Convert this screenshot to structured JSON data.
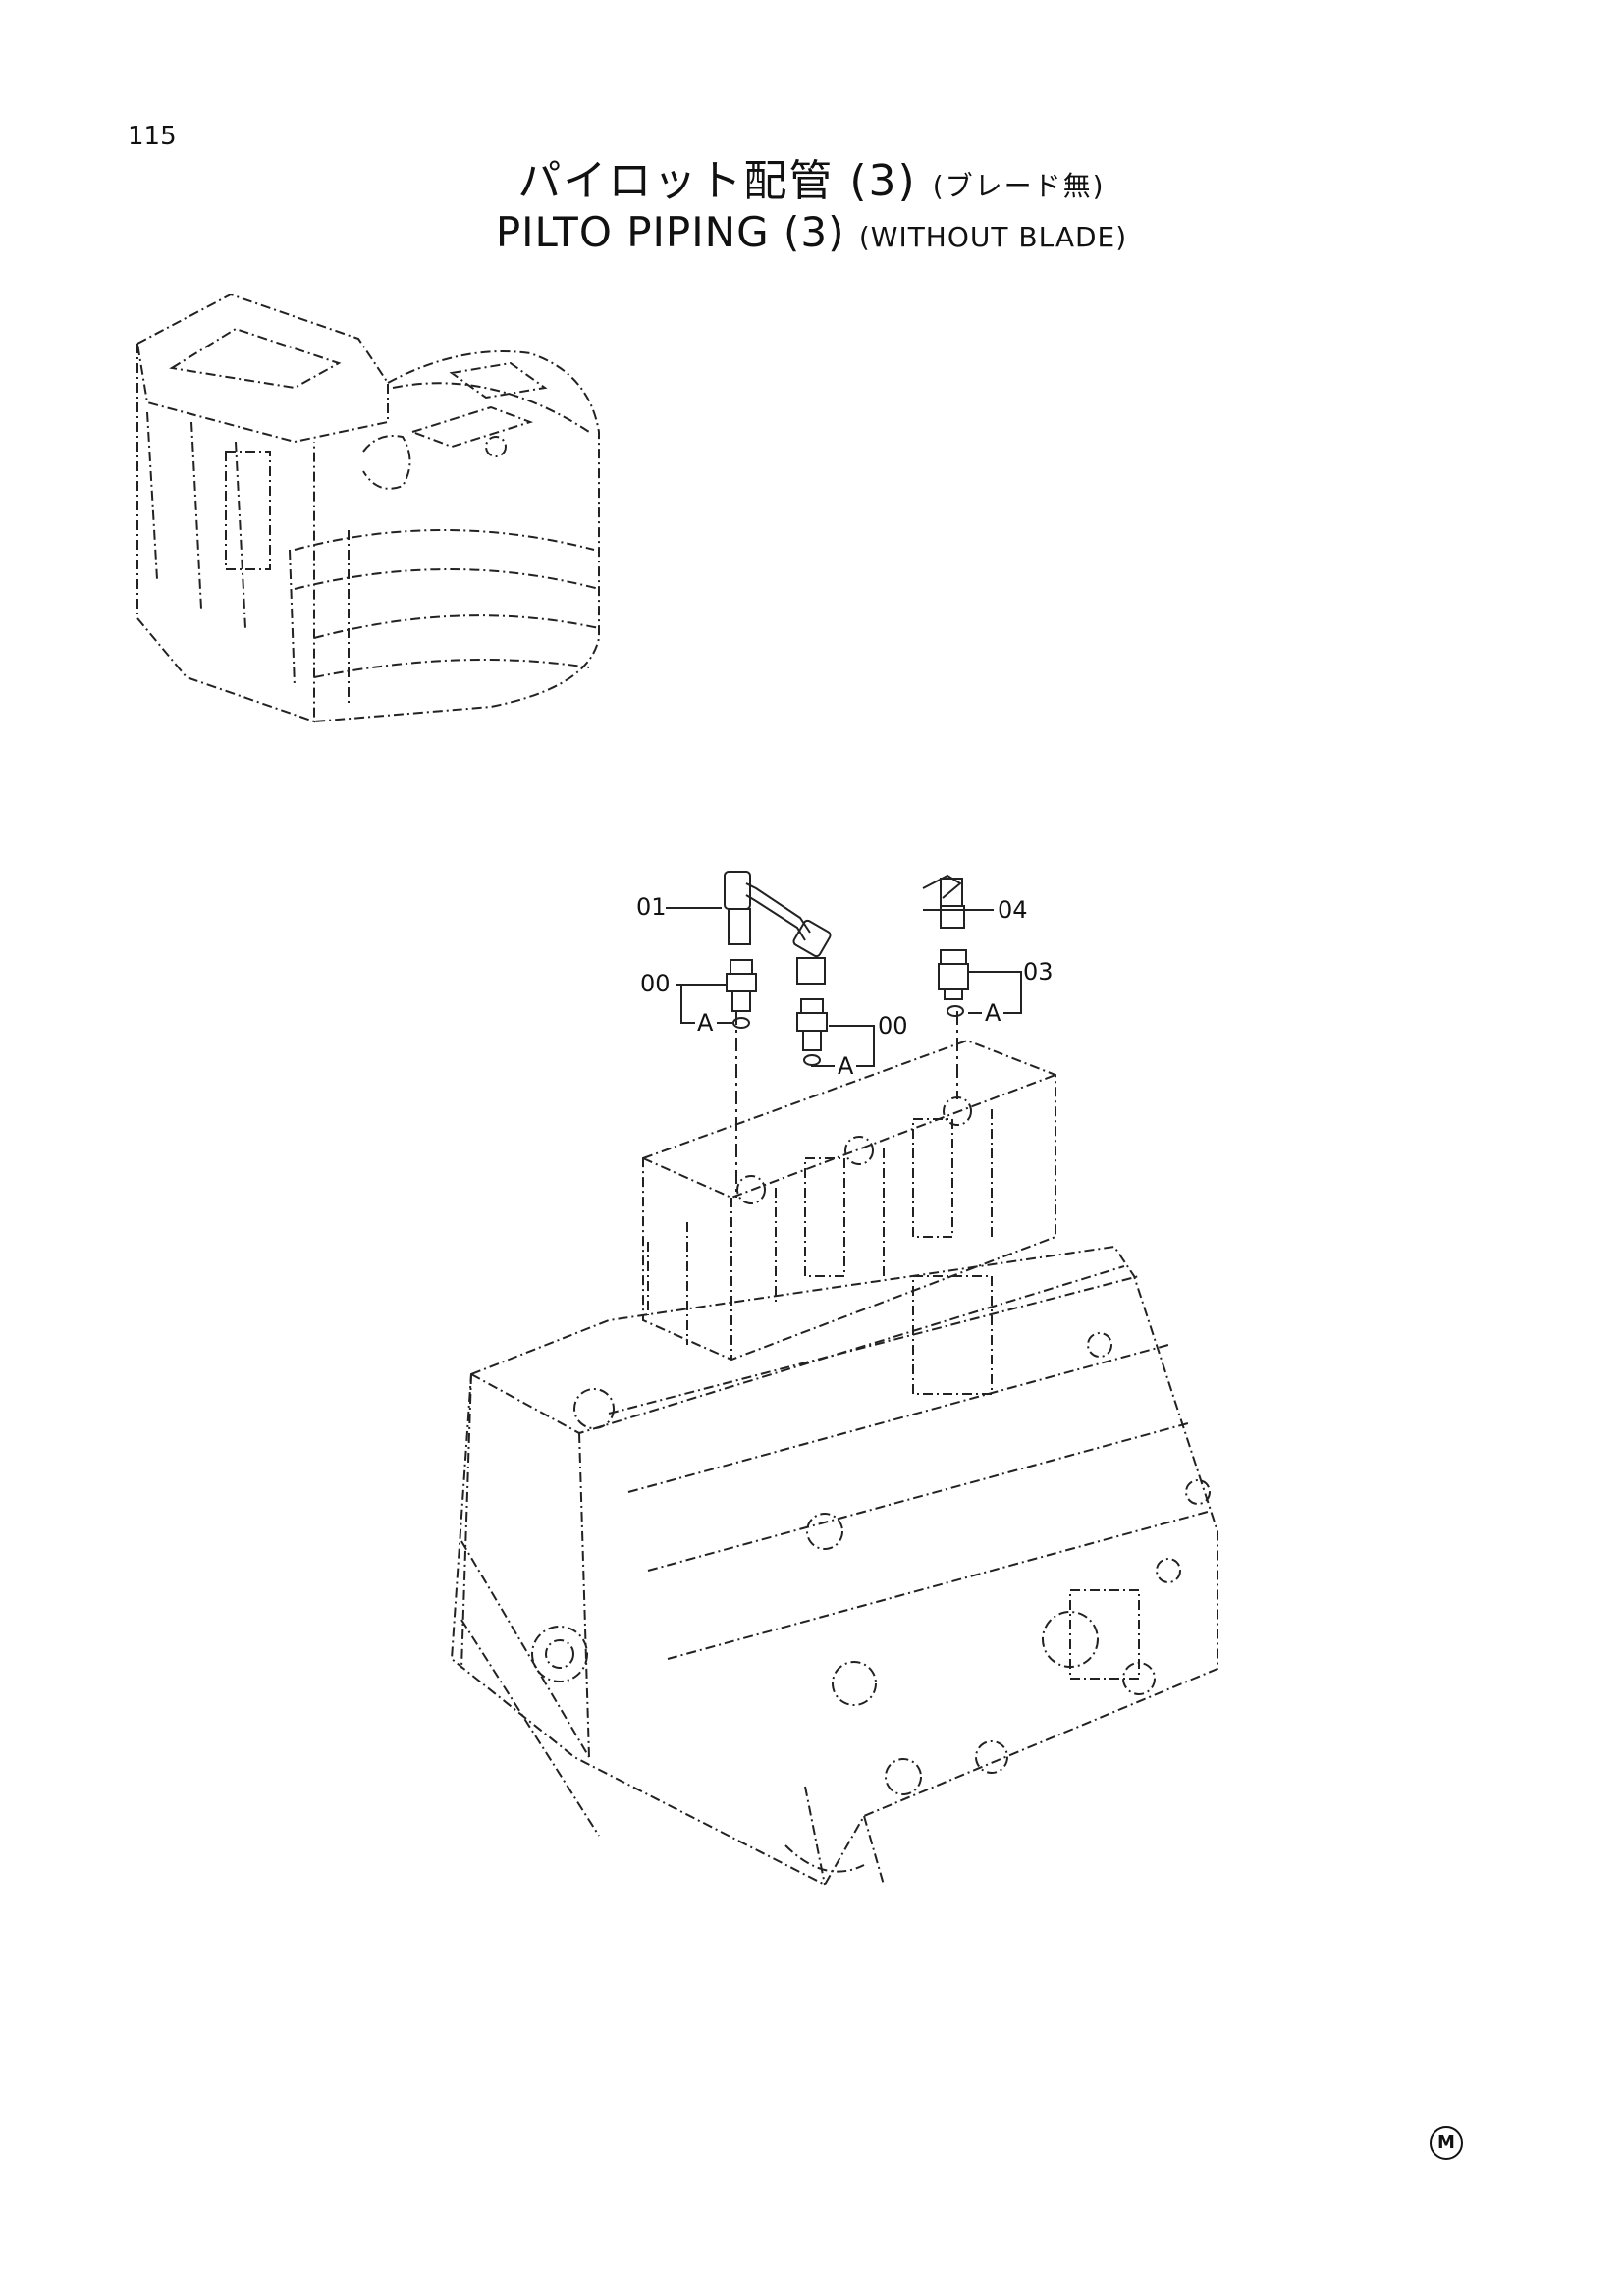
{
  "page_number": "115",
  "title": {
    "japanese": "パイロット配管 (3)",
    "japanese_sub": "(ブレード無)",
    "english": "PILTO PIPING (3)",
    "english_sub": "(WITHOUT BLADE)"
  },
  "callouts": {
    "c01": "01",
    "c04": "04",
    "c00_left": "00",
    "c03": "03",
    "c00_mid": "00",
    "a_left": "A",
    "a_right": "A",
    "a_mid": "A"
  },
  "corner_mark": "M"
}
